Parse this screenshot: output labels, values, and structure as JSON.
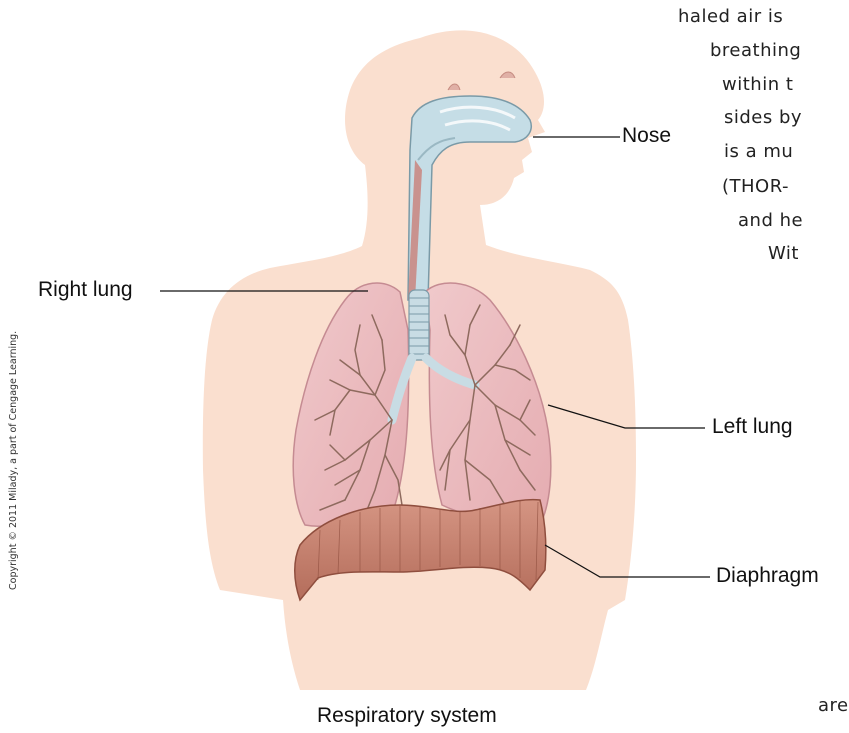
{
  "labels": {
    "nose": "Nose",
    "right_lung": "Right lung",
    "left_lung": "Left lung",
    "diaphragm": "Diaphragm"
  },
  "caption": "Respiratory system",
  "copyright": "Copyright © 2011 Milady, a part of Cengage Learning.",
  "background_text": [
    "haled air is",
    "breathing",
    "within t",
    "sides by",
    "is a mu",
    "(THOR-",
    "and he",
    "Wit",
    "are"
  ],
  "colors": {
    "skin": "#fadfcf",
    "lung": "#eab9bd",
    "lung_outline": "#c58b92",
    "bronchi": "#8e6a5e",
    "airway": "#c5dde6",
    "diaphragm": "#c37f6d",
    "trachea": "#c8dce4"
  }
}
